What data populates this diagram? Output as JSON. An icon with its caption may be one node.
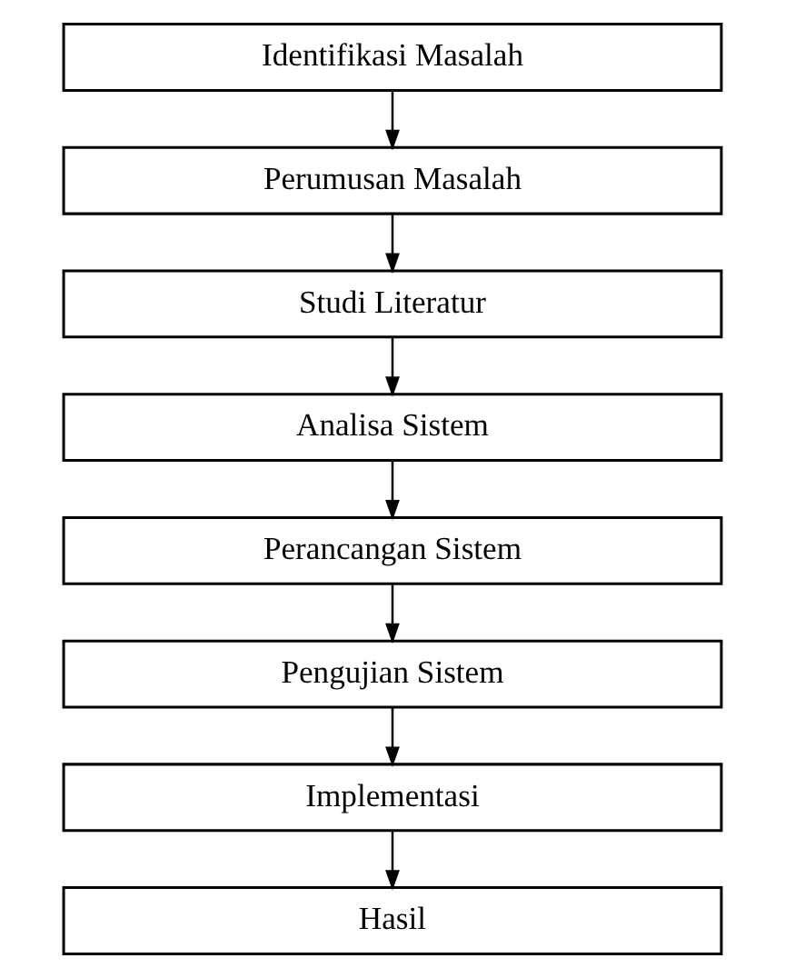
{
  "diagram": {
    "nodes": [
      {
        "text": [
          "Identifikasi Masalah"
        ]
      },
      {
        "text": [
          "Perumusan Masalah"
        ]
      },
      {
        "text": [
          "Studi Literatur"
        ]
      },
      {
        "text": [
          "Analisa Sistem"
        ]
      },
      {
        "text": [
          "Perancangan Sistem"
        ]
      },
      {
        "text": [
          "Pengujian Sistem"
        ]
      },
      {
        "text": [
          "Implementasi"
        ]
      },
      {
        "text": [
          "Hasil"
        ]
      }
    ],
    "edges": [
      {
        "from": 0,
        "to": 1,
        "arrow": "to"
      },
      {
        "from": 1,
        "to": 2,
        "arrow": "to"
      },
      {
        "from": 2,
        "to": 3,
        "arrow": "to"
      },
      {
        "from": 3,
        "to": 4,
        "arrow": "to"
      },
      {
        "from": 4,
        "to": 5,
        "arrow": "to"
      },
      {
        "from": 5,
        "to": 6,
        "arrow": "to"
      },
      {
        "from": 6,
        "to": 7,
        "arrow": "to"
      }
    ]
  }
}
